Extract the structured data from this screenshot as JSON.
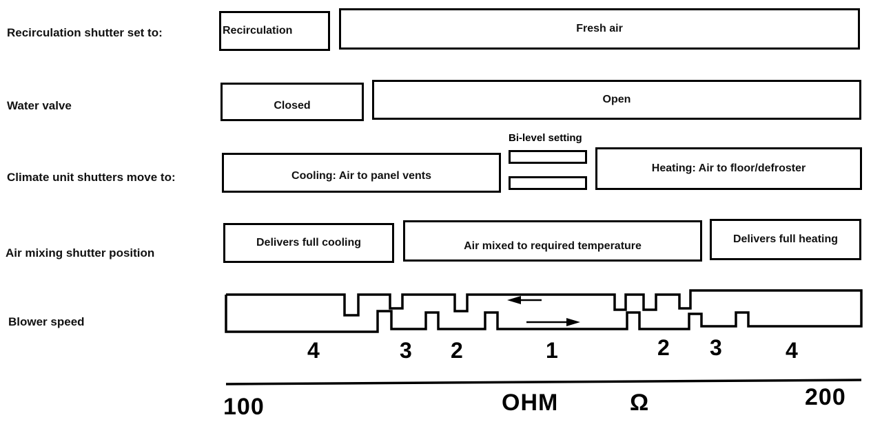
{
  "labels": {
    "recirc": "Recirculation shutter set to:",
    "water": "Water valve",
    "climate": "Climate unit shutters move to:",
    "mixing": "Air mixing shutter position",
    "blower": "Blower speed"
  },
  "recirc_boxes": {
    "left": "Recirculation",
    "right": "Fresh air"
  },
  "water_boxes": {
    "left": "Closed",
    "right": "Open"
  },
  "climate_boxes": {
    "left": "Cooling: Air to panel vents",
    "bilevel": "Bi-level setting",
    "right": "Heating: Air to floor/defroster"
  },
  "mixing_boxes": {
    "left": "Delivers full cooling",
    "middle": "Air mixed to required temperature",
    "right": "Delivers full heating"
  },
  "blower_speeds": [
    "4",
    "3",
    "2",
    "1",
    "2",
    "3",
    "4"
  ],
  "scale": {
    "min": "100",
    "unit": "OHM",
    "symbol": "Ω",
    "max": "200"
  }
}
